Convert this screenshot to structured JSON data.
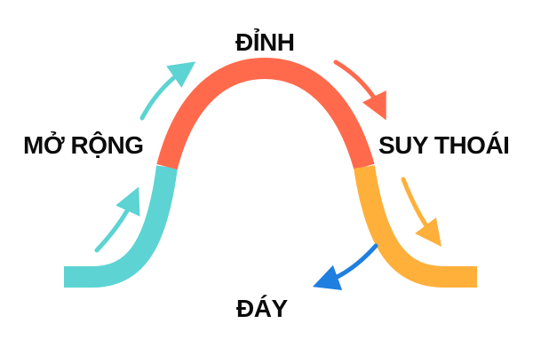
{
  "diagram": {
    "type": "business-cycle",
    "phases": [
      {
        "id": "expansion",
        "label": "MỞ RỘNG",
        "color": "#5DD3D3"
      },
      {
        "id": "peak",
        "label": "ĐỈNH",
        "color": "#FF6A4D"
      },
      {
        "id": "recession",
        "label": "SUY THOÁI",
        "color": "#FFB03B"
      },
      {
        "id": "trough",
        "label": "ĐÁY",
        "color": "#1E7FE0"
      }
    ],
    "arrows": [
      {
        "id": "expansion-arrow-lower",
        "color": "#5DD3D3",
        "direction": "up-right"
      },
      {
        "id": "expansion-arrow-upper",
        "color": "#5DD3D3",
        "direction": "up-right"
      },
      {
        "id": "peak-arrow",
        "color": "#FF6A4D",
        "direction": "down-right"
      },
      {
        "id": "recession-arrow",
        "color": "#FFB03B",
        "direction": "down-right"
      },
      {
        "id": "trough-arrow",
        "color": "#1E7FE0",
        "direction": "down-left"
      }
    ]
  }
}
